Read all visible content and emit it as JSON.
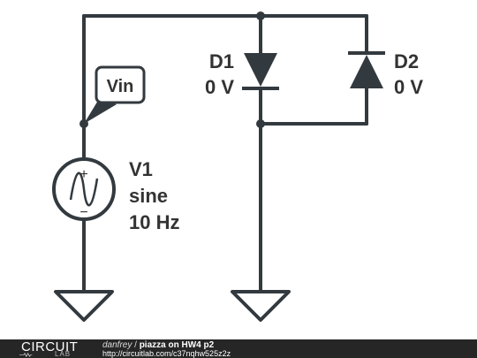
{
  "schematic": {
    "net_label": "Vin",
    "source": {
      "name": "V1",
      "type": "sine",
      "frequency": "10 Hz",
      "plus": "+",
      "minus": "−"
    },
    "diodes": [
      {
        "name": "D1",
        "voltage": "0 V"
      },
      {
        "name": "D2",
        "voltage": "0 V"
      }
    ]
  },
  "footer": {
    "logo_text": "CIRCUIT",
    "logo_sub": "LAB",
    "author": "danfrey",
    "separator": " / ",
    "title": "piazza on HW4 p2",
    "url": "http://circuitlab.com/c37nqhw525z2z"
  },
  "colors": {
    "wire": "#333a3f",
    "footer_bg": "#262626"
  }
}
